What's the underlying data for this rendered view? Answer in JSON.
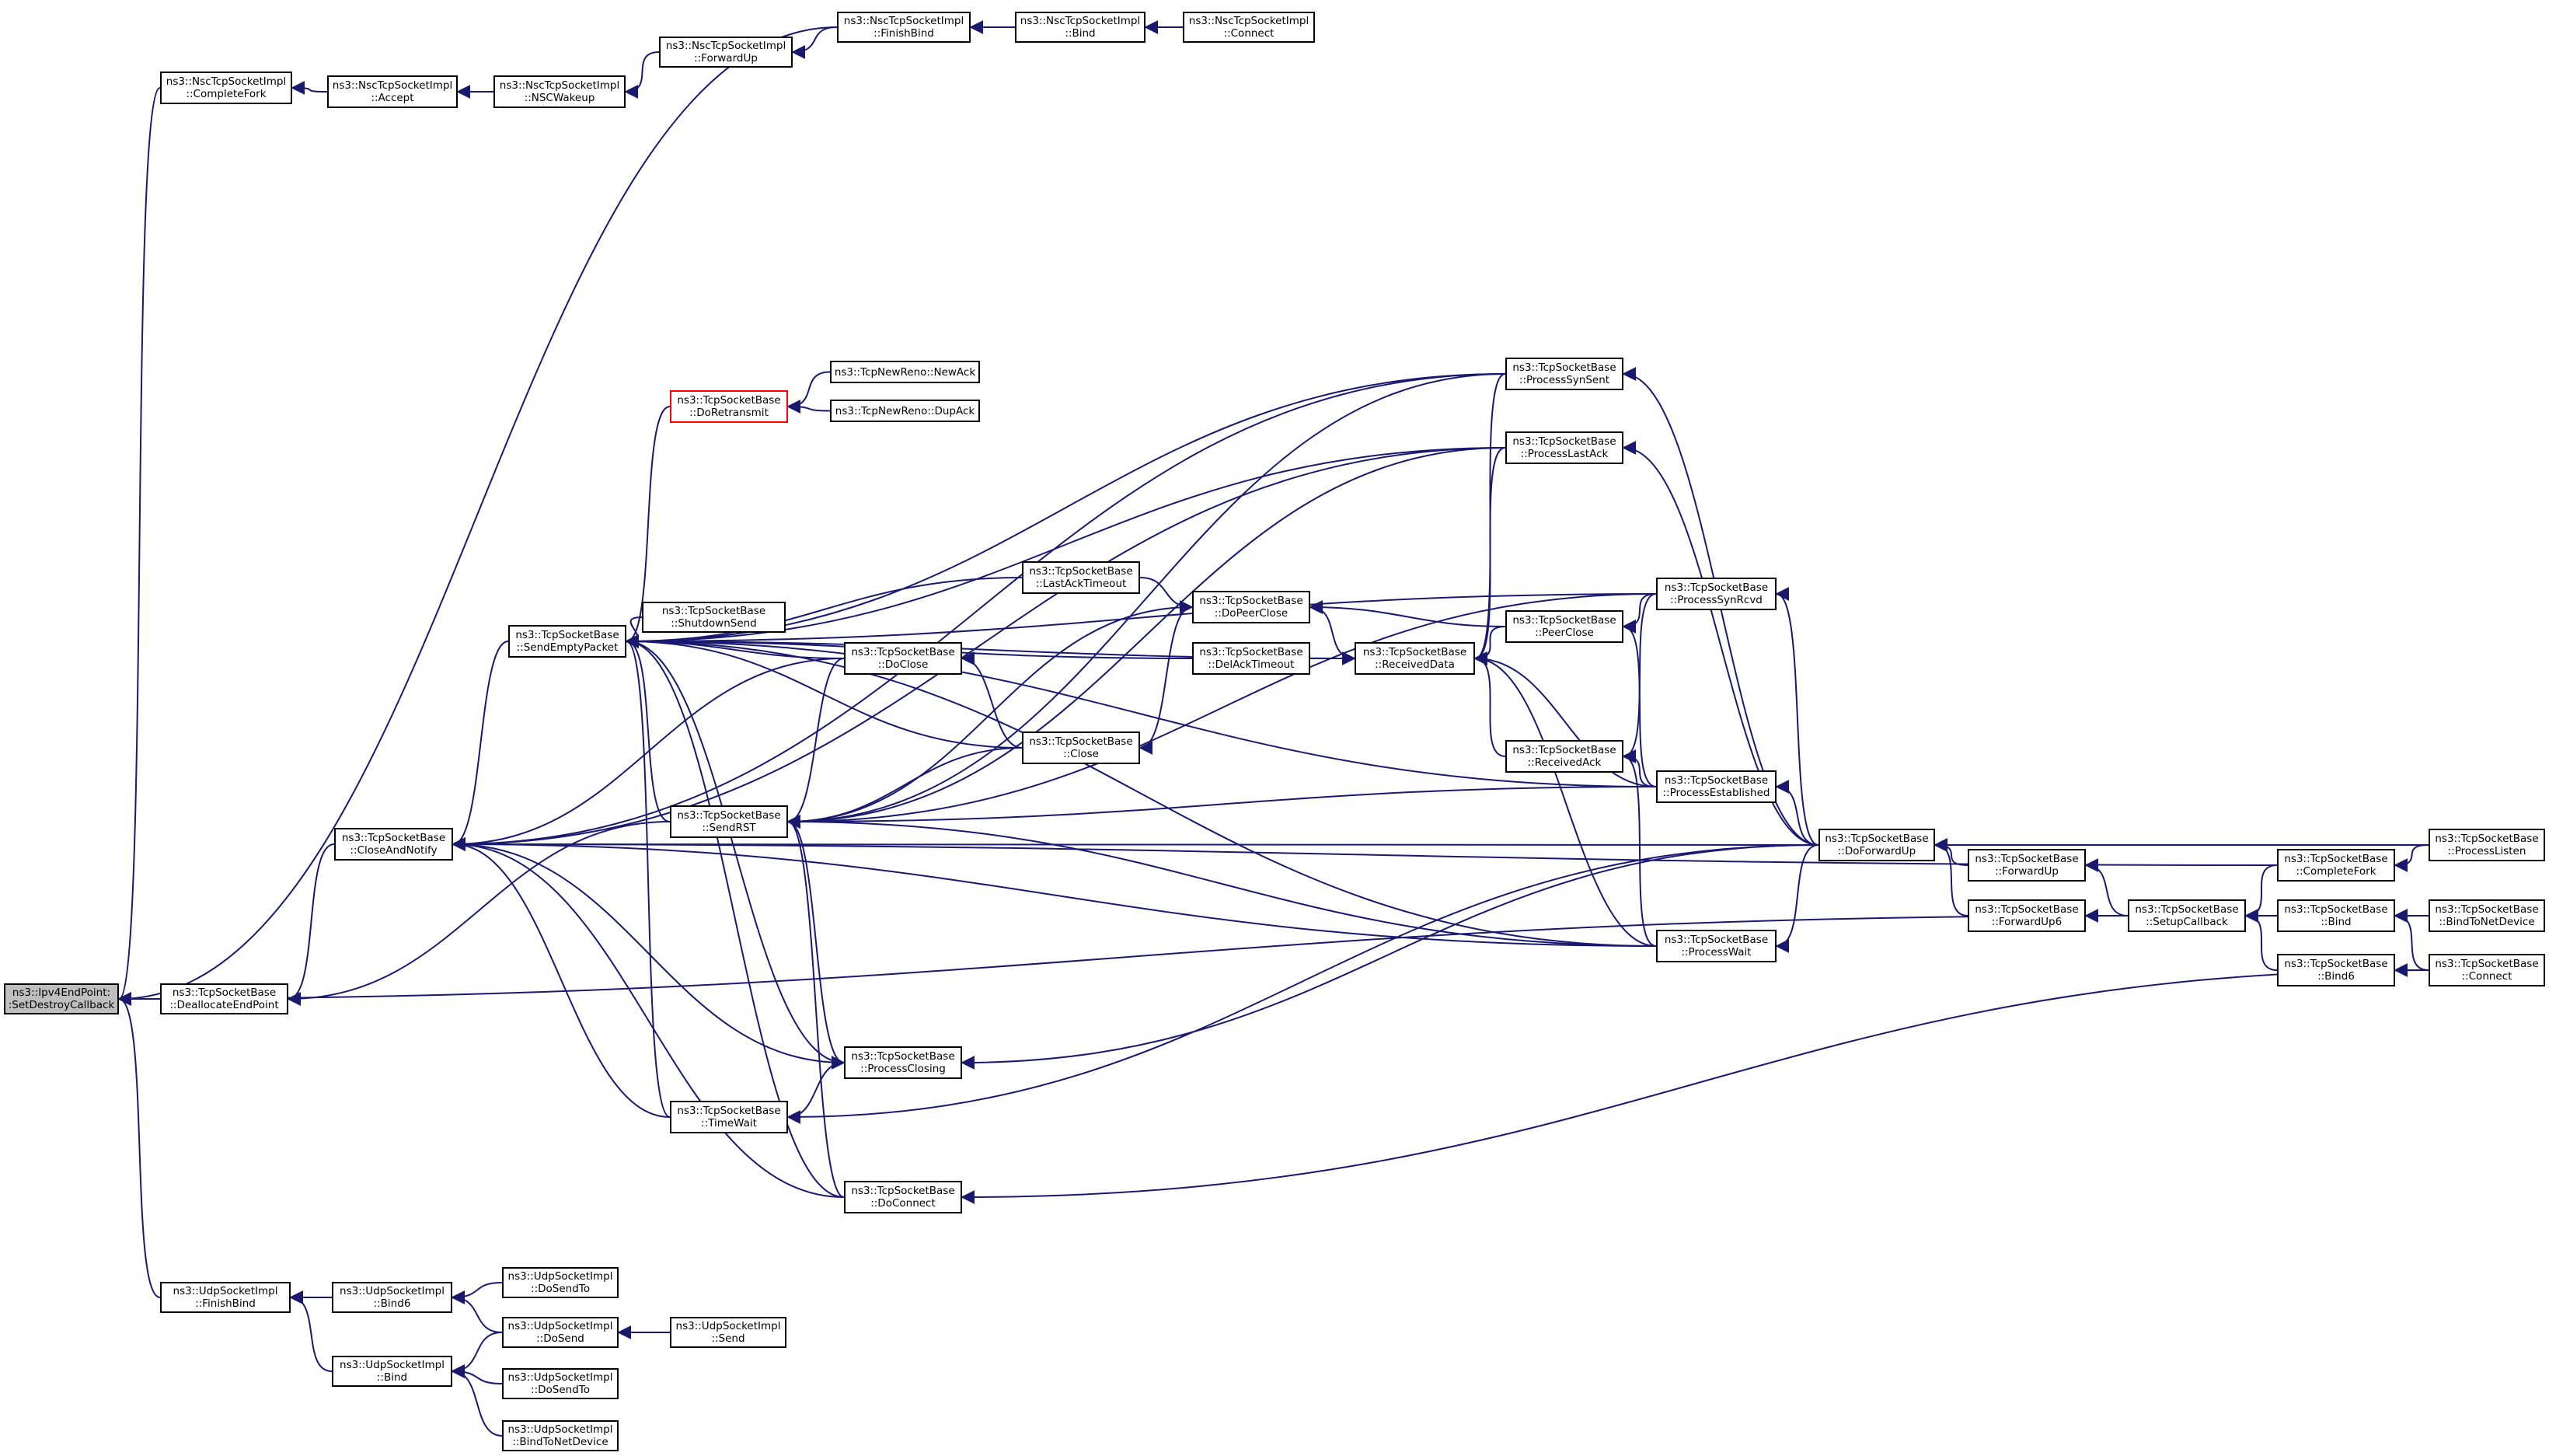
{
  "colors": {
    "edge": "#191970",
    "node_border": "#000000",
    "root_fill": "#bfbfbf",
    "truncated_border": "#ff0000"
  },
  "nodes": [
    {
      "id": "root",
      "l1": "ns3::Ipv4EndPoint:",
      "l2": ":SetDestroyCallback",
      "root": true
    },
    {
      "id": "dealloc",
      "l1": "ns3::TcpSocketBase",
      "l2": "::DeallocateEndPoint"
    },
    {
      "id": "nscCF",
      "l1": "ns3::NscTcpSocketImpl",
      "l2": "::CompleteFork"
    },
    {
      "id": "nscAcc",
      "l1": "ns3::NscTcpSocketImpl",
      "l2": "::Accept"
    },
    {
      "id": "nscWake",
      "l1": "ns3::NscTcpSocketImpl",
      "l2": "::NSCWakeup"
    },
    {
      "id": "nscFU",
      "l1": "ns3::NscTcpSocketImpl",
      "l2": "::ForwardUp"
    },
    {
      "id": "nscFB",
      "l1": "ns3::NscTcpSocketImpl",
      "l2": "::FinishBind"
    },
    {
      "id": "nscBind",
      "l1": "ns3::NscTcpSocketImpl",
      "l2": "::Bind"
    },
    {
      "id": "nscConn",
      "l1": "ns3::NscTcpSocketImpl",
      "l2": "::Connect"
    },
    {
      "id": "can",
      "l1": "ns3::TcpSocketBase",
      "l2": "::CloseAndNotify"
    },
    {
      "id": "sep",
      "l1": "ns3::TcpSocketBase",
      "l2": "::SendEmptyPacket"
    },
    {
      "id": "srst",
      "l1": "ns3::TcpSocketBase",
      "l2": "::SendRST"
    },
    {
      "id": "tw",
      "l1": "ns3::TcpSocketBase",
      "l2": "::TimeWait"
    },
    {
      "id": "dor",
      "l1": "ns3::TcpSocketBase",
      "l2": "::DoRetransmit",
      "red": true
    },
    {
      "id": "nrNew",
      "l1": "ns3::TcpNewReno::NewAck",
      "l2": ""
    },
    {
      "id": "nrDup",
      "l1": "ns3::TcpNewReno::DupAck",
      "l2": ""
    },
    {
      "id": "shut",
      "l1": "ns3::TcpSocketBase",
      "l2": "::ShutdownSend"
    },
    {
      "id": "doclose",
      "l1": "ns3::TcpSocketBase",
      "l2": "::DoClose"
    },
    {
      "id": "pcl",
      "l1": "ns3::TcpSocketBase",
      "l2": "::ProcessClosing"
    },
    {
      "id": "doconn",
      "l1": "ns3::TcpSocketBase",
      "l2": "::DoConnect"
    },
    {
      "id": "lat",
      "l1": "ns3::TcpSocketBase",
      "l2": "::LastAckTimeout"
    },
    {
      "id": "close",
      "l1": "ns3::TcpSocketBase",
      "l2": "::Close"
    },
    {
      "id": "dpc",
      "l1": "ns3::TcpSocketBase",
      "l2": "::DoPeerClose"
    },
    {
      "id": "dat",
      "l1": "ns3::TcpSocketBase",
      "l2": "::DelAckTimeout"
    },
    {
      "id": "rd",
      "l1": "ns3::TcpSocketBase",
      "l2": "::ReceivedData"
    },
    {
      "id": "pss",
      "l1": "ns3::TcpSocketBase",
      "l2": "::ProcessSynSent"
    },
    {
      "id": "pla",
      "l1": "ns3::TcpSocketBase",
      "l2": "::ProcessLastAck"
    },
    {
      "id": "pc",
      "l1": "ns3::TcpSocketBase",
      "l2": "::PeerClose"
    },
    {
      "id": "ra",
      "l1": "ns3::TcpSocketBase",
      "l2": "::ReceivedAck"
    },
    {
      "id": "psr",
      "l1": "ns3::TcpSocketBase",
      "l2": "::ProcessSynRcvd"
    },
    {
      "id": "pe",
      "l1": "ns3::TcpSocketBase",
      "l2": "::ProcessEstablished"
    },
    {
      "id": "pw",
      "l1": "ns3::TcpSocketBase",
      "l2": "::ProcessWait"
    },
    {
      "id": "dfu",
      "l1": "ns3::TcpSocketBase",
      "l2": "::DoForwardUp"
    },
    {
      "id": "fu",
      "l1": "ns3::TcpSocketBase",
      "l2": "::ForwardUp"
    },
    {
      "id": "fu6",
      "l1": "ns3::TcpSocketBase",
      "l2": "::ForwardUp6"
    },
    {
      "id": "scb",
      "l1": "ns3::TcpSocketBase",
      "l2": "::SetupCallback"
    },
    {
      "id": "tcf",
      "l1": "ns3::TcpSocketBase",
      "l2": "::CompleteFork"
    },
    {
      "id": "tbind",
      "l1": "ns3::TcpSocketBase",
      "l2": "::Bind"
    },
    {
      "id": "tbind6",
      "l1": "ns3::TcpSocketBase",
      "l2": "::Bind6"
    },
    {
      "id": "plisten",
      "l1": "ns3::TcpSocketBase",
      "l2": "::ProcessListen"
    },
    {
      "id": "btnd",
      "l1": "ns3::TcpSocketBase",
      "l2": "::BindToNetDevice"
    },
    {
      "id": "tconn",
      "l1": "ns3::TcpSocketBase",
      "l2": "::Connect"
    },
    {
      "id": "udpFB",
      "l1": "ns3::UdpSocketImpl",
      "l2": "::FinishBind"
    },
    {
      "id": "udpB6",
      "l1": "ns3::UdpSocketImpl",
      "l2": "::Bind6"
    },
    {
      "id": "udpB",
      "l1": "ns3::UdpSocketImpl",
      "l2": "::Bind"
    },
    {
      "id": "udpDST1",
      "l1": "ns3::UdpSocketImpl",
      "l2": "::DoSendTo"
    },
    {
      "id": "udpDS",
      "l1": "ns3::UdpSocketImpl",
      "l2": "::DoSend"
    },
    {
      "id": "udpSend",
      "l1": "ns3::UdpSocketImpl",
      "l2": "::Send"
    },
    {
      "id": "udpDST2",
      "l1": "ns3::UdpSocketImpl",
      "l2": "::DoSendTo"
    },
    {
      "id": "udpBTND",
      "l1": "ns3::UdpSocketImpl",
      "l2": "::BindToNetDevice"
    }
  ],
  "edges": [
    [
      "nscCF",
      "root"
    ],
    [
      "nscFB",
      "root"
    ],
    [
      "dealloc",
      "root"
    ],
    [
      "udpFB",
      "root"
    ],
    [
      "scb",
      "root"
    ],
    [
      "nscAcc",
      "nscCF"
    ],
    [
      "nscWake",
      "nscAcc"
    ],
    [
      "nscFU",
      "nscWake"
    ],
    [
      "nscFB",
      "nscFU"
    ],
    [
      "nscBind",
      "nscFB"
    ],
    [
      "nscConn",
      "nscBind"
    ],
    [
      "can",
      "dealloc"
    ],
    [
      "srst",
      "dealloc"
    ],
    [
      "sep",
      "can"
    ],
    [
      "doclose",
      "can"
    ],
    [
      "dfu",
      "can"
    ],
    [
      "pcl",
      "can"
    ],
    [
      "tw",
      "can"
    ],
    [
      "doconn",
      "can"
    ],
    [
      "pss",
      "can"
    ],
    [
      "pla",
      "can"
    ],
    [
      "pw",
      "can"
    ],
    [
      "tcf",
      "can"
    ],
    [
      "dor",
      "sep"
    ],
    [
      "shut",
      "sep"
    ],
    [
      "doclose",
      "sep"
    ],
    [
      "pss",
      "sep"
    ],
    [
      "pla",
      "sep"
    ],
    [
      "psr",
      "sep"
    ],
    [
      "lat",
      "sep"
    ],
    [
      "dat",
      "sep"
    ],
    [
      "close",
      "sep"
    ],
    [
      "srst",
      "sep"
    ],
    [
      "tw",
      "sep"
    ],
    [
      "pcl",
      "sep"
    ],
    [
      "doconn",
      "sep"
    ],
    [
      "pe",
      "sep"
    ],
    [
      "pw",
      "sep"
    ],
    [
      "rd",
      "sep"
    ],
    [
      "nrNew",
      "dor"
    ],
    [
      "nrDup",
      "dor"
    ],
    [
      "doclose",
      "srst"
    ],
    [
      "close",
      "srst"
    ],
    [
      "pe",
      "srst"
    ],
    [
      "pw",
      "srst"
    ],
    [
      "pcl",
      "srst"
    ],
    [
      "doconn",
      "srst"
    ],
    [
      "pss",
      "srst"
    ],
    [
      "pla",
      "srst"
    ],
    [
      "psr",
      "srst"
    ],
    [
      "dpc",
      "srst"
    ],
    [
      "close",
      "doclose"
    ],
    [
      "tw",
      "pcl"
    ],
    [
      "lat",
      "dpc"
    ],
    [
      "dat",
      "rd"
    ],
    [
      "dpc",
      "close"
    ],
    [
      "pc",
      "dpc"
    ],
    [
      "rd",
      "dpc"
    ],
    [
      "pc",
      "rd"
    ],
    [
      "ra",
      "rd"
    ],
    [
      "pe",
      "rd"
    ],
    [
      "pw",
      "rd"
    ],
    [
      "pss",
      "rd"
    ],
    [
      "pla",
      "rd"
    ],
    [
      "psr",
      "pc"
    ],
    [
      "pe",
      "pc"
    ],
    [
      "psr",
      "ra"
    ],
    [
      "pe",
      "ra"
    ],
    [
      "pw",
      "ra"
    ],
    [
      "dfu",
      "pss"
    ],
    [
      "dfu",
      "pla"
    ],
    [
      "dfu",
      "psr"
    ],
    [
      "dfu",
      "pe"
    ],
    [
      "dfu",
      "pw"
    ],
    [
      "dfu",
      "pcl"
    ],
    [
      "dfu",
      "tw"
    ],
    [
      "fu",
      "dfu"
    ],
    [
      "fu6",
      "dfu"
    ],
    [
      "plisten",
      "dfu"
    ],
    [
      "scb",
      "fu"
    ],
    [
      "scb",
      "fu6"
    ],
    [
      "tcf",
      "scb"
    ],
    [
      "tbind",
      "scb"
    ],
    [
      "tbind6",
      "scb"
    ],
    [
      "plisten",
      "tcf"
    ],
    [
      "btnd",
      "tbind"
    ],
    [
      "tconn",
      "tbind"
    ],
    [
      "tconn",
      "tbind6"
    ],
    [
      "tconn",
      "doconn"
    ],
    [
      "udpB6",
      "udpFB"
    ],
    [
      "udpB",
      "udpFB"
    ],
    [
      "udpDST1",
      "udpB6"
    ],
    [
      "udpDS",
      "udpB6"
    ],
    [
      "udpDS",
      "udpB"
    ],
    [
      "udpDST2",
      "udpB"
    ],
    [
      "udpBTND",
      "udpB"
    ],
    [
      "udpSend",
      "udpDS"
    ]
  ]
}
